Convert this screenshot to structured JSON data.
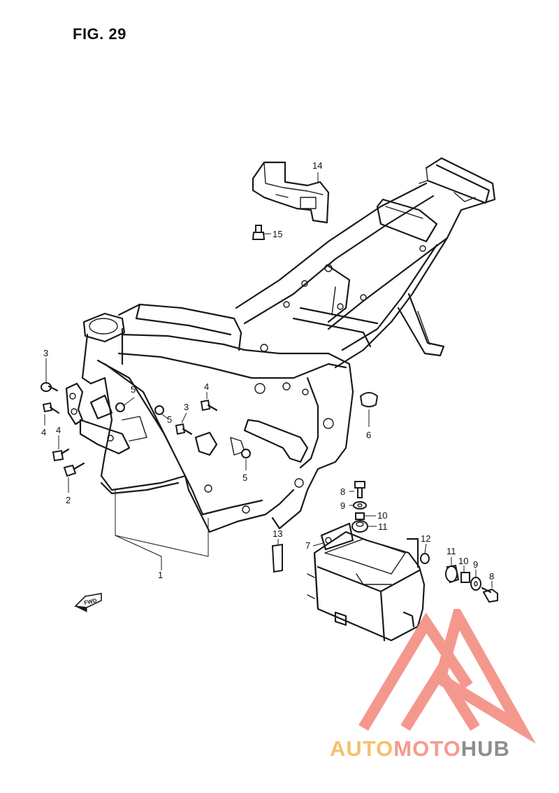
{
  "figure": {
    "title": "FIG. 29"
  },
  "callouts": [
    {
      "id": "c1",
      "label": "1"
    },
    {
      "id": "c2",
      "label": "2"
    },
    {
      "id": "c3a",
      "label": "3"
    },
    {
      "id": "c3b",
      "label": "3"
    },
    {
      "id": "c4a",
      "label": "4"
    },
    {
      "id": "c4b",
      "label": "4"
    },
    {
      "id": "c4c",
      "label": "4"
    },
    {
      "id": "c5a",
      "label": "5"
    },
    {
      "id": "c5b",
      "label": "5"
    },
    {
      "id": "c5c",
      "label": "5"
    },
    {
      "id": "c6",
      "label": "6"
    },
    {
      "id": "c7",
      "label": "7"
    },
    {
      "id": "c8a",
      "label": "8"
    },
    {
      "id": "c8b",
      "label": "8"
    },
    {
      "id": "c9a",
      "label": "9"
    },
    {
      "id": "c9b",
      "label": "9"
    },
    {
      "id": "c10a",
      "label": "10"
    },
    {
      "id": "c10b",
      "label": "10"
    },
    {
      "id": "c11a",
      "label": "11"
    },
    {
      "id": "c11b",
      "label": "11"
    },
    {
      "id": "c12",
      "label": "12"
    },
    {
      "id": "c13",
      "label": "13"
    },
    {
      "id": "c14",
      "label": "14"
    },
    {
      "id": "c15",
      "label": "15"
    }
  ],
  "direction_marker": {
    "label": "FWD"
  },
  "watermark": {
    "brand_part1": "AUTO",
    "brand_part2": "MOTO",
    "brand_part3": "HUB",
    "colors": {
      "auto": "#f6c06a",
      "moto": "#f59a8e",
      "hub": "#8e8e8e",
      "logo": "#f38a7f"
    }
  }
}
